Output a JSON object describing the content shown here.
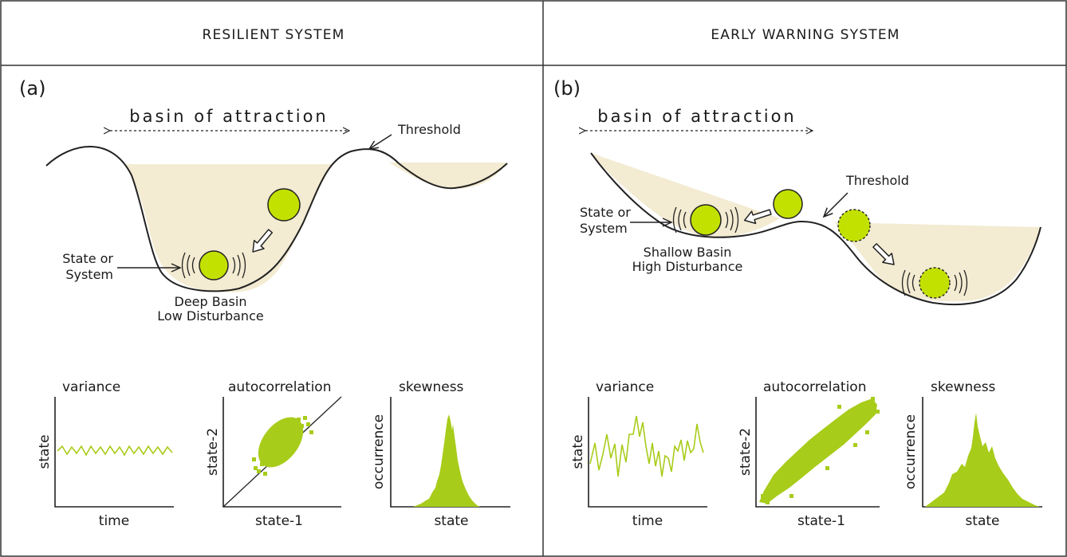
{
  "headers": {
    "left": "RESILIENT SYSTEM",
    "right": "EARLY WARNING SYSTEM"
  },
  "left": {
    "panel_label": "(a)",
    "basin_label": "basin of attraction",
    "threshold": "Threshold",
    "state_line1": "State or",
    "state_line2": "System",
    "basin_line1": "Deep Basin",
    "basin_line2": "Low Disturbance",
    "variance": {
      "title": "variance",
      "ylabel": "state",
      "xlabel": "time"
    },
    "autocorrelation": {
      "title": "autocorrelation",
      "ylabel": "state-2",
      "xlabel": "state-1"
    },
    "skewness": {
      "title": "skewness",
      "ylabel": "occurrence",
      "xlabel": "state"
    }
  },
  "right": {
    "panel_label": "(b)",
    "basin_label": "basin of attraction",
    "threshold": "Threshold",
    "state_line1": "State or",
    "state_line2": "System",
    "basin_line1": "Shallow Basin",
    "basin_line2": "High Disturbance",
    "variance": {
      "title": "variance",
      "ylabel": "state",
      "xlabel": "time"
    },
    "autocorrelation": {
      "title": "autocorrelation",
      "ylabel": "state-2",
      "xlabel": "state-1"
    },
    "skewness": {
      "title": "skewness",
      "ylabel": "occurrence",
      "xlabel": "state"
    }
  },
  "colors": {
    "ball": "#c3e100",
    "fill": "#f3ebd2",
    "series": "#a8cc1a",
    "line": "#222222"
  }
}
